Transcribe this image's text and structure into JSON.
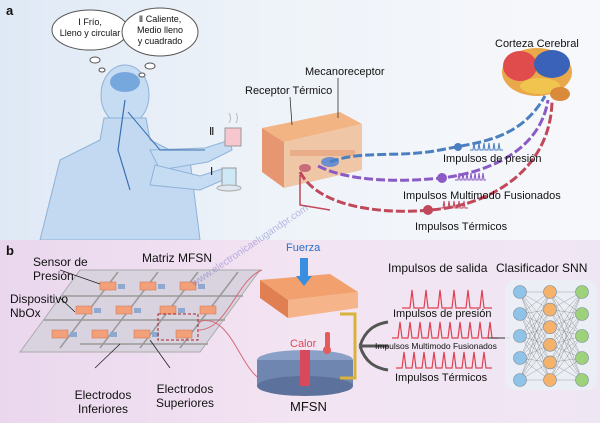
{
  "panel_a": {
    "letter": "a",
    "thought_1": {
      "numeral": "Ⅰ",
      "line1": "Frío,",
      "line2": "Lleno y circular"
    },
    "thought_2": {
      "numeral": "Ⅱ",
      "line1": "Caliente,",
      "line2": "Medio lleno",
      "line3": "y cuadrado"
    },
    "cup_labels": [
      "Ⅱ",
      "Ⅰ"
    ],
    "corteza": "Corteza Cerebral",
    "mecanoreceptor": "Mecanoreceptor",
    "receptor_termico": "Receptor Térmico",
    "impulsos_presion": "Impulsos de presión",
    "impulsos_multimodo": "Impulsos Multimodo Fusionados",
    "impulsos_termicos": "Impulsos Térmicos",
    "colors": {
      "pressure": "#4a7fc0",
      "thermal": "#c0485a",
      "fused": "#8a5bc4"
    }
  },
  "panel_b": {
    "letter": "b",
    "sensor_presion_1": "Sensor de",
    "sensor_presion_2": "Presión",
    "dispositivo_1": "Dispositivo",
    "dispositivo_2": "NbOx",
    "matriz": "Matriz MFSN",
    "electrodos_inf_1": "Electrodos",
    "electrodos_inf_2": "Inferiores",
    "electrodos_sup_1": "Electrodos",
    "electrodos_sup_2": "Superiores",
    "fuerza": "Fuerza",
    "calor": "Calor",
    "mfsn": "MFSN",
    "impulsos_salida": "Impulsos de salida",
    "clasificador": "Clasificador SNN",
    "out_presion": "Impulsos de presión",
    "out_multimodo": "Impulsos Multimodo Fusionados",
    "out_termicos": "Impulsos Térmicos",
    "colors": {
      "spikes": "#e0404f",
      "nodes_in": "#8fc3e8",
      "nodes_hidden": "#f4b26a",
      "nodes_out": "#9ed27a"
    }
  },
  "watermark": "www.electronicaelugandpr.com"
}
